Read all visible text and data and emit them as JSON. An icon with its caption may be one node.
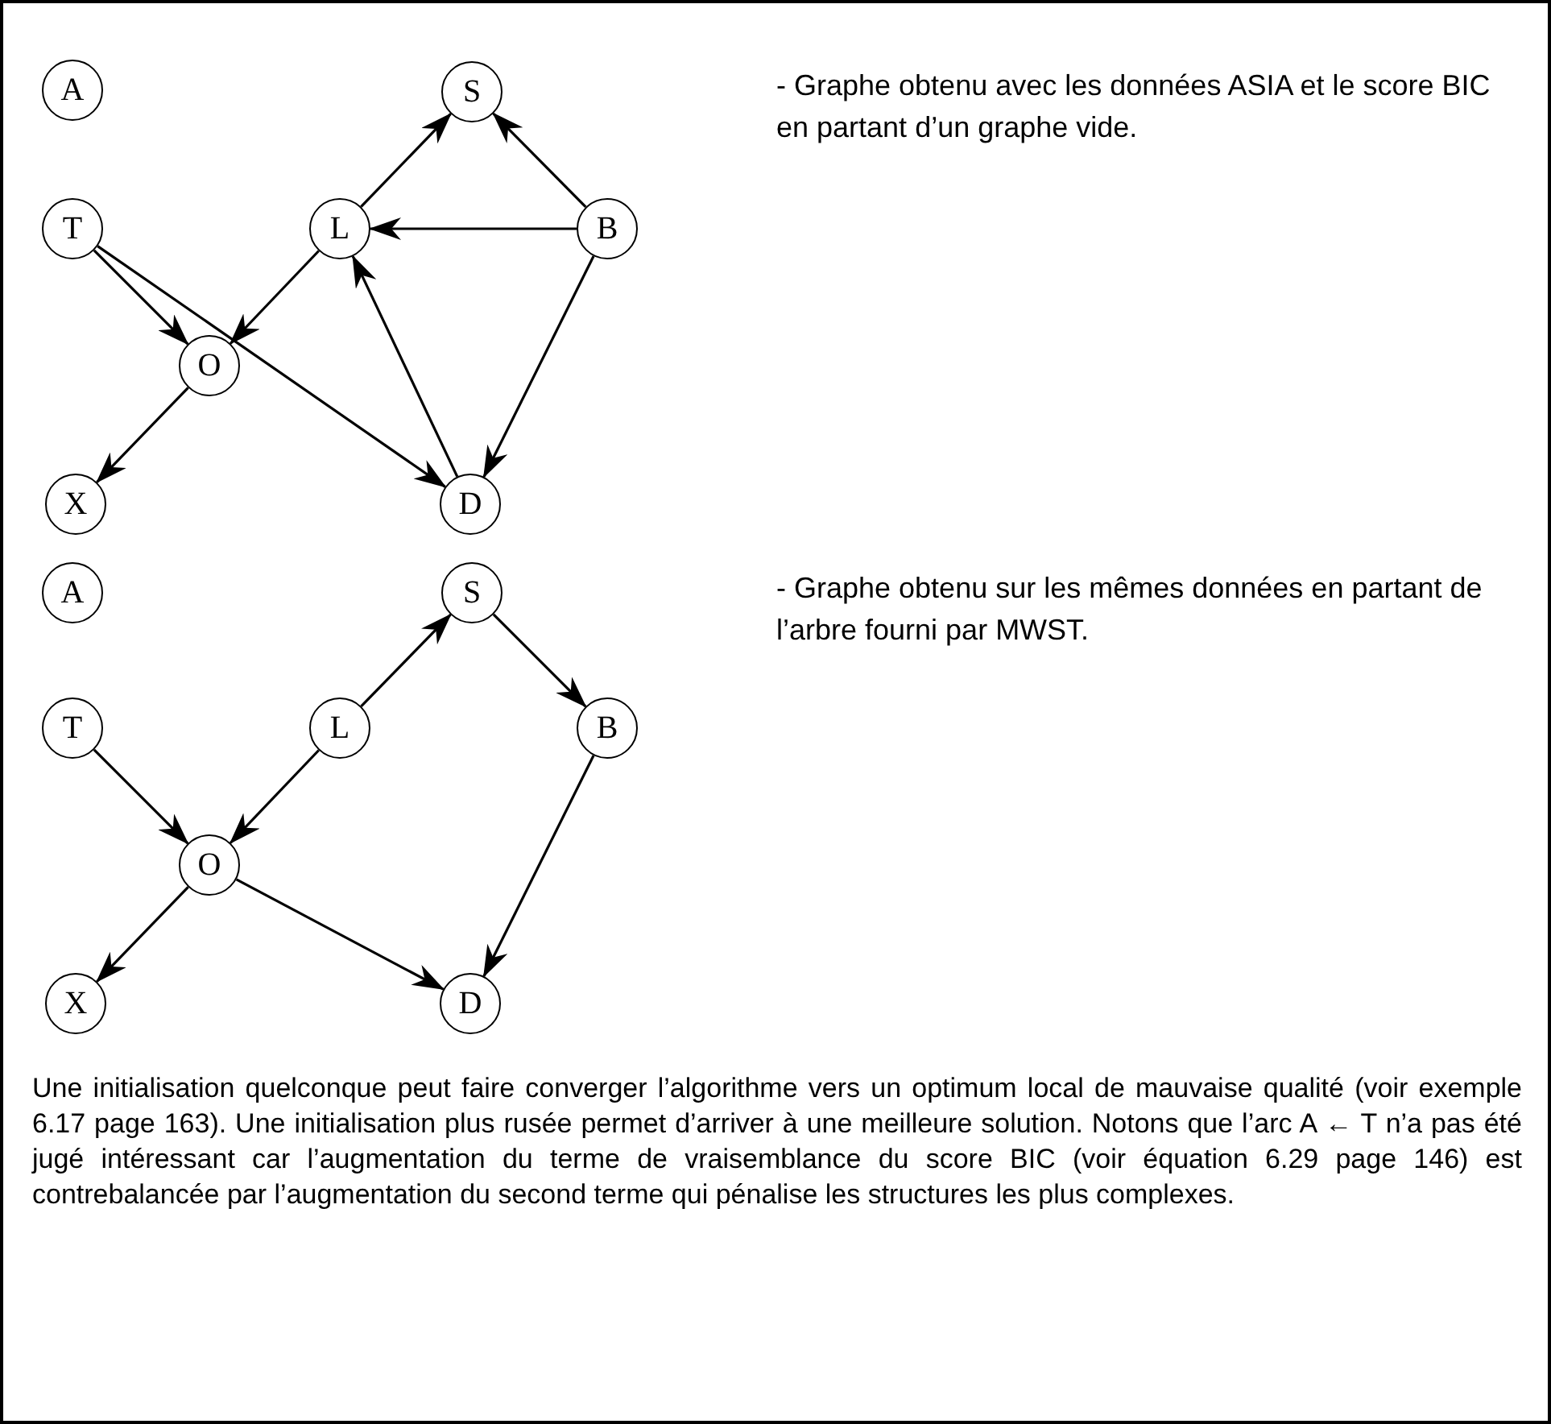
{
  "diagram": {
    "nodes": [
      {
        "text": [
          "A"
        ]
      },
      {
        "text": [
          "S"
        ]
      },
      {
        "text": [
          "T"
        ]
      },
      {
        "text": [
          "L"
        ]
      },
      {
        "text": [
          "B"
        ]
      },
      {
        "text": [
          "O"
        ]
      },
      {
        "text": [
          "X"
        ]
      },
      {
        "text": [
          "D"
        ]
      },
      {
        "text": [
          "A"
        ]
      },
      {
        "text": [
          "S"
        ]
      },
      {
        "text": [
          "T"
        ]
      },
      {
        "text": [
          "L"
        ]
      },
      {
        "text": [
          "B"
        ]
      },
      {
        "text": [
          "O"
        ]
      },
      {
        "text": [
          "X"
        ]
      },
      {
        "text": [
          "D"
        ]
      }
    ],
    "edges": [
      {
        "from": 3,
        "to": 1,
        "arrow": "to"
      },
      {
        "from": 4,
        "to": 1,
        "arrow": "to"
      },
      {
        "from": 4,
        "to": 3,
        "arrow": "to"
      },
      {
        "from": 3,
        "to": 5,
        "arrow": "to"
      },
      {
        "from": 2,
        "to": 5,
        "arrow": "to"
      },
      {
        "from": 2,
        "to": 7,
        "arrow": "to"
      },
      {
        "from": 5,
        "to": 6,
        "arrow": "to"
      },
      {
        "from": 7,
        "to": 3,
        "arrow": "to"
      },
      {
        "from": 4,
        "to": 7,
        "arrow": "to"
      },
      {
        "from": 11,
        "to": 9,
        "arrow": "to"
      },
      {
        "from": 9,
        "to": 12,
        "arrow": "to"
      },
      {
        "from": 10,
        "to": 13,
        "arrow": "to"
      },
      {
        "from": 11,
        "to": 13,
        "arrow": "to"
      },
      {
        "from": 13,
        "to": 14,
        "arrow": "to"
      },
      {
        "from": 13,
        "to": 15,
        "arrow": "to"
      },
      {
        "from": 12,
        "to": 15,
        "arrow": "to"
      }
    ],
    "labels": [
      "- Graphe obtenu avec les données ASIA et le score BIC en partant d’un graphe vide.",
      "- Graphe obtenu sur les mêmes données en partant de l’arbre fourni par MWST.",
      "Une initialisation quelconque peut faire converger l’algorithme vers un optimum local de mauvaise qualité (voir exemple 6.17 page 163). Une initialisation plus rusée permet d’arriver à une meilleure solution. Notons que l’arc A ← T n’a pas été jugé intéressant car l’augmentation du terme de vraisemblance du score BIC (voir équation 6.29 page 146) est contrebalancée par l’augmentation du second terme qui pénalise les structures les plus complexes."
    ]
  }
}
